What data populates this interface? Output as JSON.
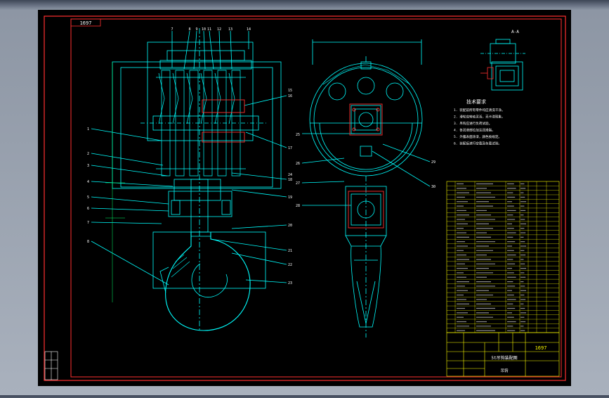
{
  "drawing": {
    "stamp_code": "1697",
    "title_block_code": "1697"
  },
  "colors": {
    "background": "#000000",
    "frame": "#ff0000",
    "drawing_lines": "#00ffff",
    "text": "#ffffff",
    "table": "#ffff00",
    "dimensions": "#00ff00",
    "viewport": "#a9b1bd"
  },
  "left_view": {
    "balloon_numbers_top": [
      "7",
      "8",
      "9",
      "10",
      "11",
      "12",
      "13",
      "14"
    ],
    "balloon_numbers_left": [
      "1",
      "2",
      "3",
      "4",
      "5",
      "6",
      "7",
      "8"
    ],
    "balloon_numbers_right": [
      "15",
      "16",
      "17",
      "18",
      "19",
      "20",
      "21",
      "22",
      "23",
      "24"
    ]
  },
  "right_view": {
    "balloon_numbers": [
      "25",
      "26",
      "27",
      "28",
      "29",
      "30"
    ]
  },
  "tech_notes": {
    "heading": "技术要求",
    "lines": [
      "1. 装配前所有零件均应清洗干净。",
      "2. 滑轮应转动灵活，无卡滞现象。",
      "3. 吊钩应进行负荷试验。",
      "4. 各润滑部位加注润滑脂。",
      "5. 外露表面涂漆，颜色按规定。",
      "6. 装配后进行空载及负载试验。"
    ]
  },
  "detail_view": {
    "label": "A-A"
  },
  "parts_table": {
    "rows": 34
  },
  "title_block": {
    "name": "5t吊钩装配图",
    "sub": "吊钩"
  }
}
